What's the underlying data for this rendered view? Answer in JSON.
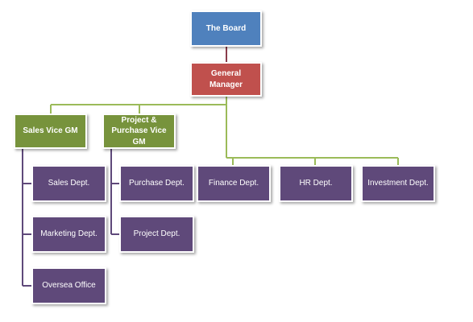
{
  "board": "The Board",
  "general_manager": "General Manager",
  "vice_gms": [
    {
      "label": "Sales Vice GM"
    },
    {
      "label": "Project & Purchase Vice GM"
    }
  ],
  "sales_depts": [
    "Sales Dept.",
    "Marketing Dept.",
    "Oversea Office"
  ],
  "project_depts": [
    "Purchase Dept.",
    "Project Dept."
  ],
  "direct_depts": [
    "Finance Dept.",
    "HR Dept.",
    "Investment Dept."
  ],
  "colors": {
    "board": "#4f81bd",
    "general_manager": "#c0504d",
    "vice_gm": "#77933c",
    "department": "#5f497a",
    "connector_top": "#8a3c4b",
    "connector_green": "#9bbb59",
    "connector_purple": "#5f497a"
  }
}
